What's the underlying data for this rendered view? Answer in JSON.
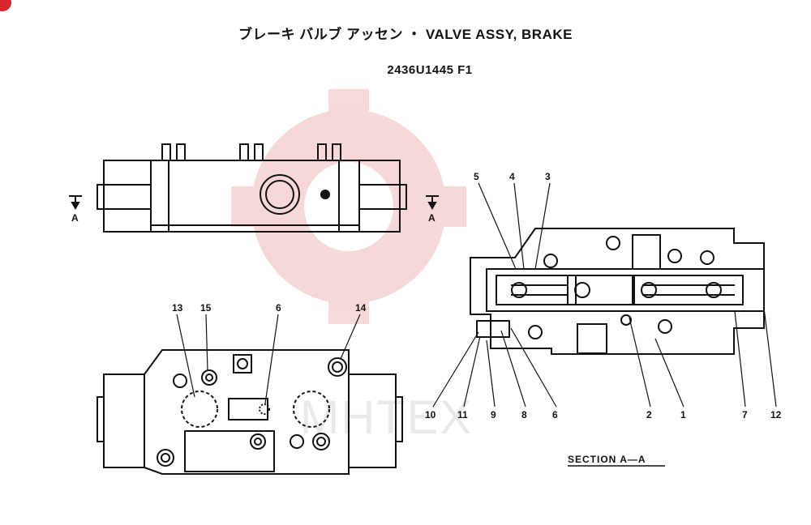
{
  "header": {
    "title": "ブレーキ バルブ アッセン ・ VALVE ASSY, BRAKE",
    "part_number": "2436U1445 F1"
  },
  "watermark": {
    "text": "MHTEX",
    "color": "#f2b9b9"
  },
  "section_marks": {
    "left": "A",
    "right": "A"
  },
  "section_caption": "SECTION A—A",
  "callouts": {
    "c13": "13",
    "c15": "15",
    "c6a": "6",
    "c14": "14",
    "c5": "5",
    "c4": "4",
    "c3": "3",
    "c10": "10",
    "c11": "11",
    "c9": "9",
    "c8": "8",
    "c6b": "6",
    "c2": "2",
    "c1": "1",
    "c7": "7",
    "c12": "12"
  },
  "accent_color": "#d9262c"
}
